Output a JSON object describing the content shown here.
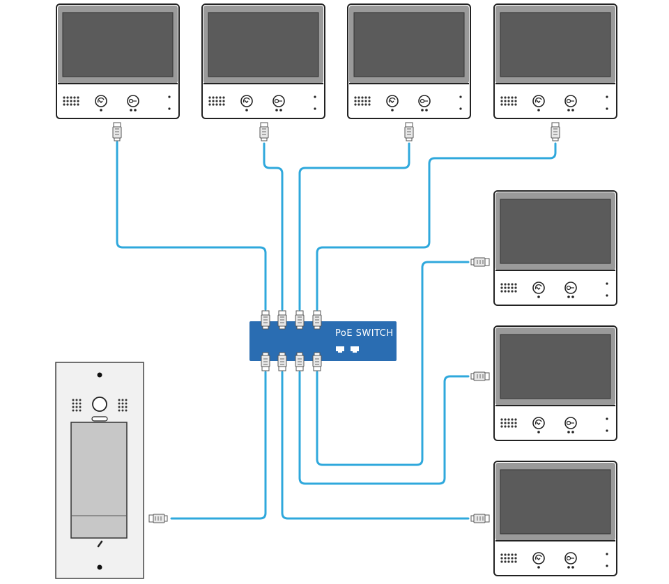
{
  "diagram": {
    "switch": {
      "label": "PoE SWITCH",
      "color": "#2a6db2"
    },
    "cable_color": "#2fa8dc",
    "monitor_count": 7,
    "door_station_count": 1,
    "monitor_icons": [
      "speaker-grille-icon",
      "intercom-icon",
      "key-unlock-icon",
      "led-indicator-icon"
    ],
    "door_station_icons": [
      "camera-lens-icon",
      "speaker-grille-icon",
      "nameplate-icon",
      "mic-icon"
    ]
  }
}
